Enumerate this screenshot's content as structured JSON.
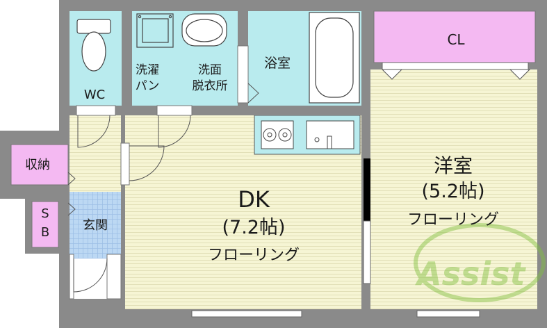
{
  "rooms": {
    "wc": "WC",
    "washer_pan_line1": "洗濯",
    "washer_pan_line2": "パン",
    "washroom_line1": "洗面",
    "washroom_line2": "脱衣所",
    "bath": "浴室",
    "closet": "CL",
    "storage": "収納",
    "sb_line1": "S",
    "sb_line2": "B",
    "entrance": "玄関",
    "dk_name": "DK",
    "dk_size": "(7.2帖)",
    "dk_floor": "フローリング",
    "western_name": "洋室",
    "western_size": "(5.2帖)",
    "western_floor": "フローリング"
  },
  "watermark": "Assist",
  "colors": {
    "wall": "#8a8a8a",
    "floor": "#f6f5d4",
    "floor_line": "#dcdab0",
    "wet_area": "#b9ebee",
    "closet": "#f4b9f2",
    "entrance_tile": "#bcd8f3",
    "watermark": "#7fc03c"
  }
}
